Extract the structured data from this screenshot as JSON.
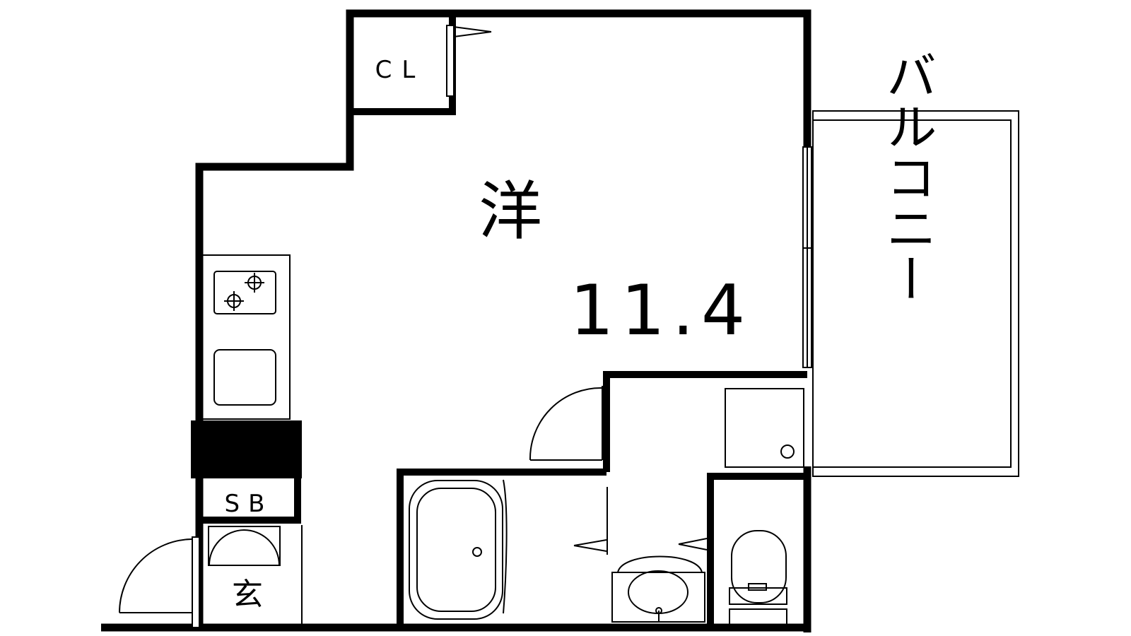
{
  "rooms": {
    "western": {
      "label": "洋",
      "size": "11.4"
    },
    "closet": {
      "label": "CL"
    },
    "balcony": {
      "label": "バルコニー"
    },
    "shoebox": {
      "label": "SB"
    },
    "entrance": {
      "label": "玄"
    }
  },
  "colors": {
    "wall": "#000000",
    "line": "#000000",
    "background": "#ffffff"
  }
}
